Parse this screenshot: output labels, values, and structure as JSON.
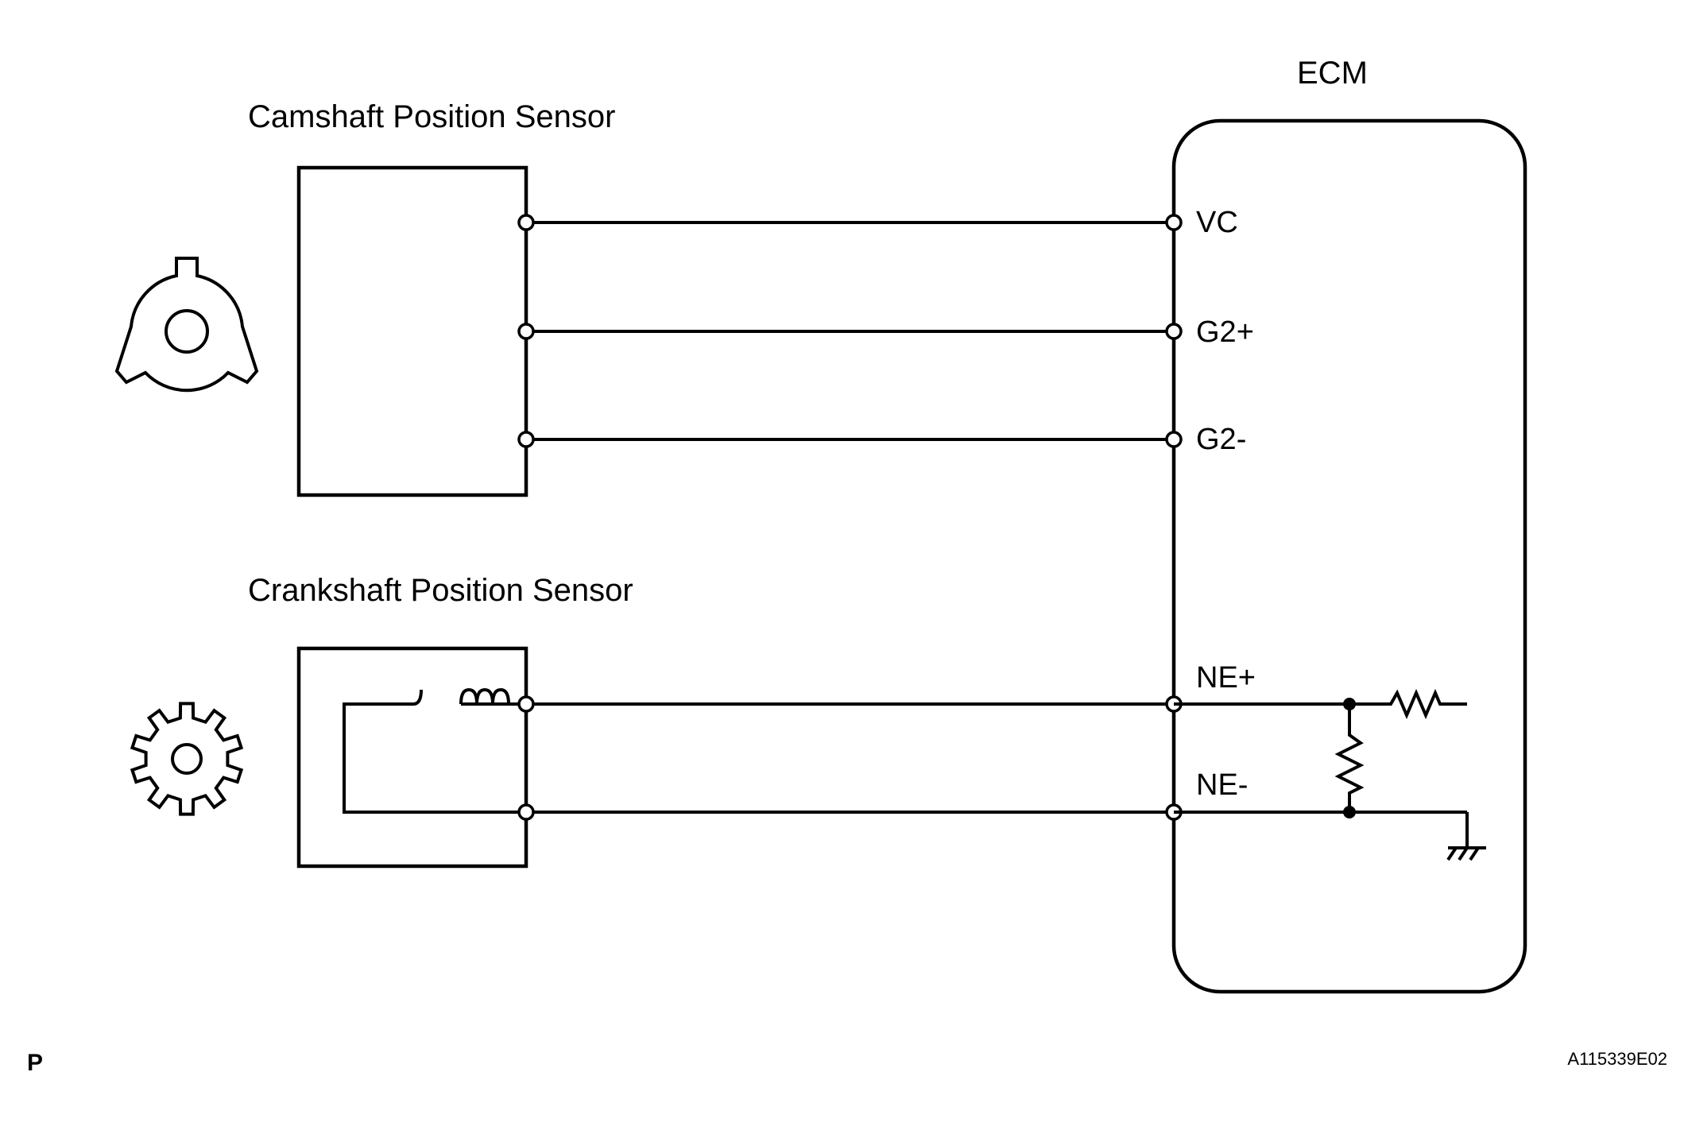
{
  "diagram": {
    "ecm_label": "ECM",
    "camshaft_label": "Camshaft Position Sensor",
    "crankshaft_label": "Crankshaft Position Sensor",
    "pins": {
      "vc": "VC",
      "g2_plus": "G2+",
      "g2_minus": "G2-",
      "ne_plus": "NE+",
      "ne_minus": "NE-"
    },
    "corner_left": "P",
    "figure_code": "A115339E02"
  }
}
